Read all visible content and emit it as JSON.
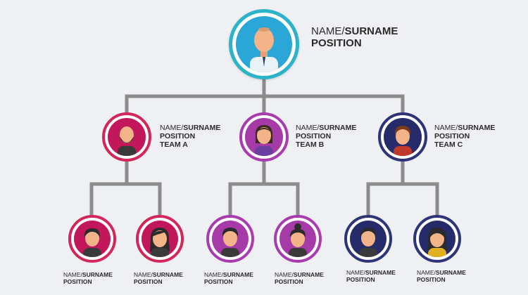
{
  "ceo": {
    "name_prefix": "NAME/",
    "name_bold": "SURNAME",
    "position": "POSITION"
  },
  "teams": [
    {
      "name_prefix": "NAME/",
      "name_bold": "SURNAME",
      "position": "POSITION",
      "team": "TEAM A",
      "ring": "#d3275c",
      "bg": "#c2185b"
    },
    {
      "name_prefix": "NAME/",
      "name_bold": "SURNAME",
      "position": "POSITION",
      "team": "TEAM B",
      "ring": "#a83cae",
      "bg": "#a63aa6"
    },
    {
      "name_prefix": "NAME/",
      "name_bold": "SURNAME",
      "position": "POSITION",
      "team": "TEAM C",
      "ring": "#2d3478",
      "bg": "#262c6a"
    }
  ],
  "members": [
    {
      "name_prefix": "NAME/",
      "name_bold": "SURNAME",
      "position": "POSITION",
      "ring": "#d3275c",
      "bg": "#c2185b"
    },
    {
      "name_prefix": "NAME/",
      "name_bold": "SURNAME",
      "position": "POSITION",
      "ring": "#d3275c",
      "bg": "#c2185b"
    },
    {
      "name_prefix": "NAME/",
      "name_bold": "SURNAME",
      "position": "POSITION",
      "ring": "#a83cae",
      "bg": "#a63aa6"
    },
    {
      "name_prefix": "NAME/",
      "name_bold": "SURNAME",
      "position": "POSITION",
      "ring": "#a83cae",
      "bg": "#a63aa6"
    },
    {
      "name_prefix": "NAME/",
      "name_bold": "SURNAME",
      "position": "POSITION",
      "ring": "#2d3478",
      "bg": "#262c6a"
    },
    {
      "name_prefix": "NAME/",
      "name_bold": "SURNAME",
      "position": "POSITION",
      "ring": "#2d3478",
      "bg": "#262c6a"
    }
  ],
  "colors": {
    "connector": "#8c8c8c",
    "ceo_ring": "#2bb3c8",
    "ceo_bg": "#2aa7d6",
    "skin": "#f3b48a",
    "text": "#2a2a2a"
  }
}
